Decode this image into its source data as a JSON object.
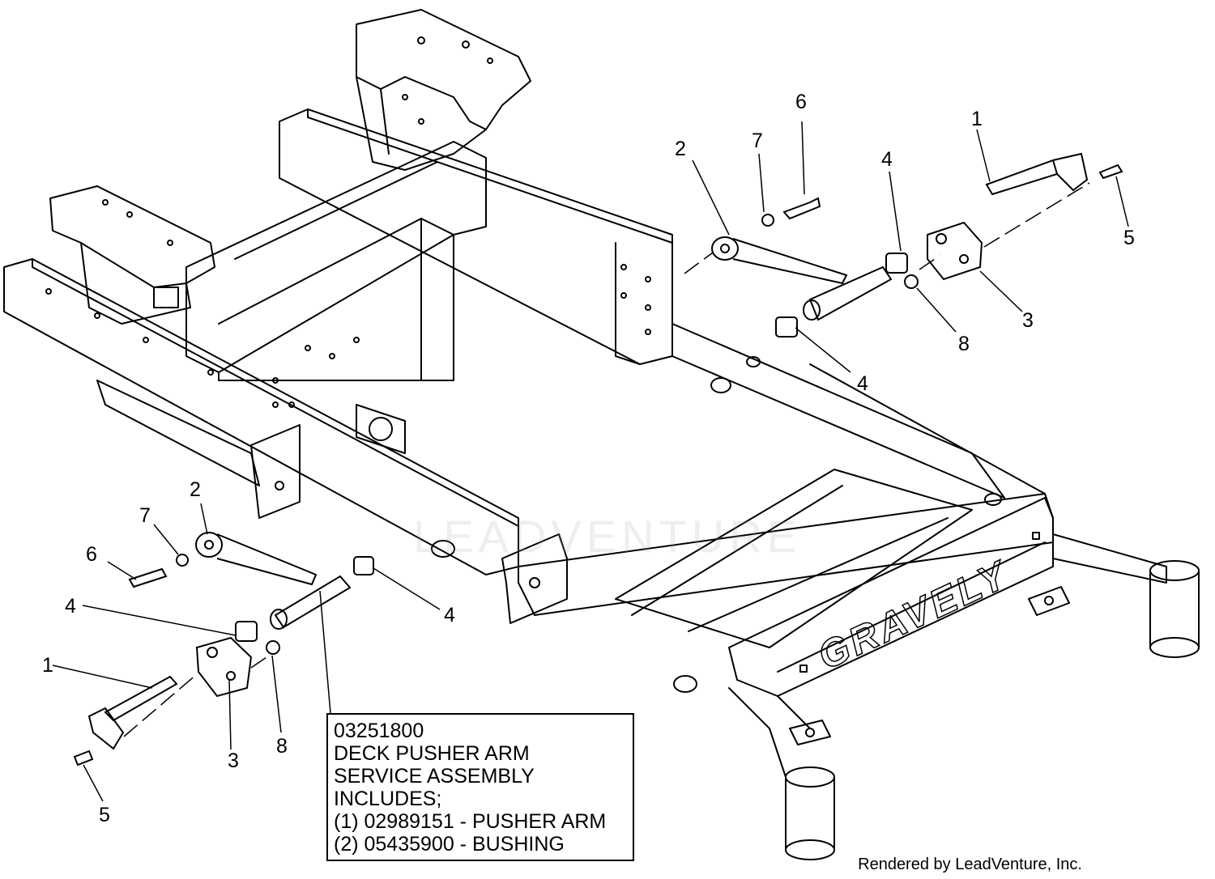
{
  "callouts": {
    "upper_right": [
      {
        "label": "6"
      },
      {
        "label": "7"
      },
      {
        "label": "2"
      },
      {
        "label": "4"
      },
      {
        "label": "1"
      },
      {
        "label": "5"
      },
      {
        "label": "3"
      },
      {
        "label": "8"
      },
      {
        "label": "4"
      }
    ],
    "lower_left": [
      {
        "label": "2"
      },
      {
        "label": "7"
      },
      {
        "label": "6"
      },
      {
        "label": "4"
      },
      {
        "label": "4"
      },
      {
        "label": "1"
      },
      {
        "label": "3"
      },
      {
        "label": "8"
      },
      {
        "label": "5"
      }
    ]
  },
  "note": {
    "lines": [
      "03251800",
      "DECK PUSHER ARM",
      "SERVICE ASSEMBLY",
      "INCLUDES;",
      "(1) 02989151 - PUSHER ARM",
      "(2) 05435900 - BUSHING"
    ]
  },
  "brand_text": "GRAVELY",
  "watermark_text": "LEADVENTURE",
  "footer": "Rendered by LeadVenture, Inc.",
  "colors": {
    "line": "#000000",
    "background": "#ffffff"
  }
}
